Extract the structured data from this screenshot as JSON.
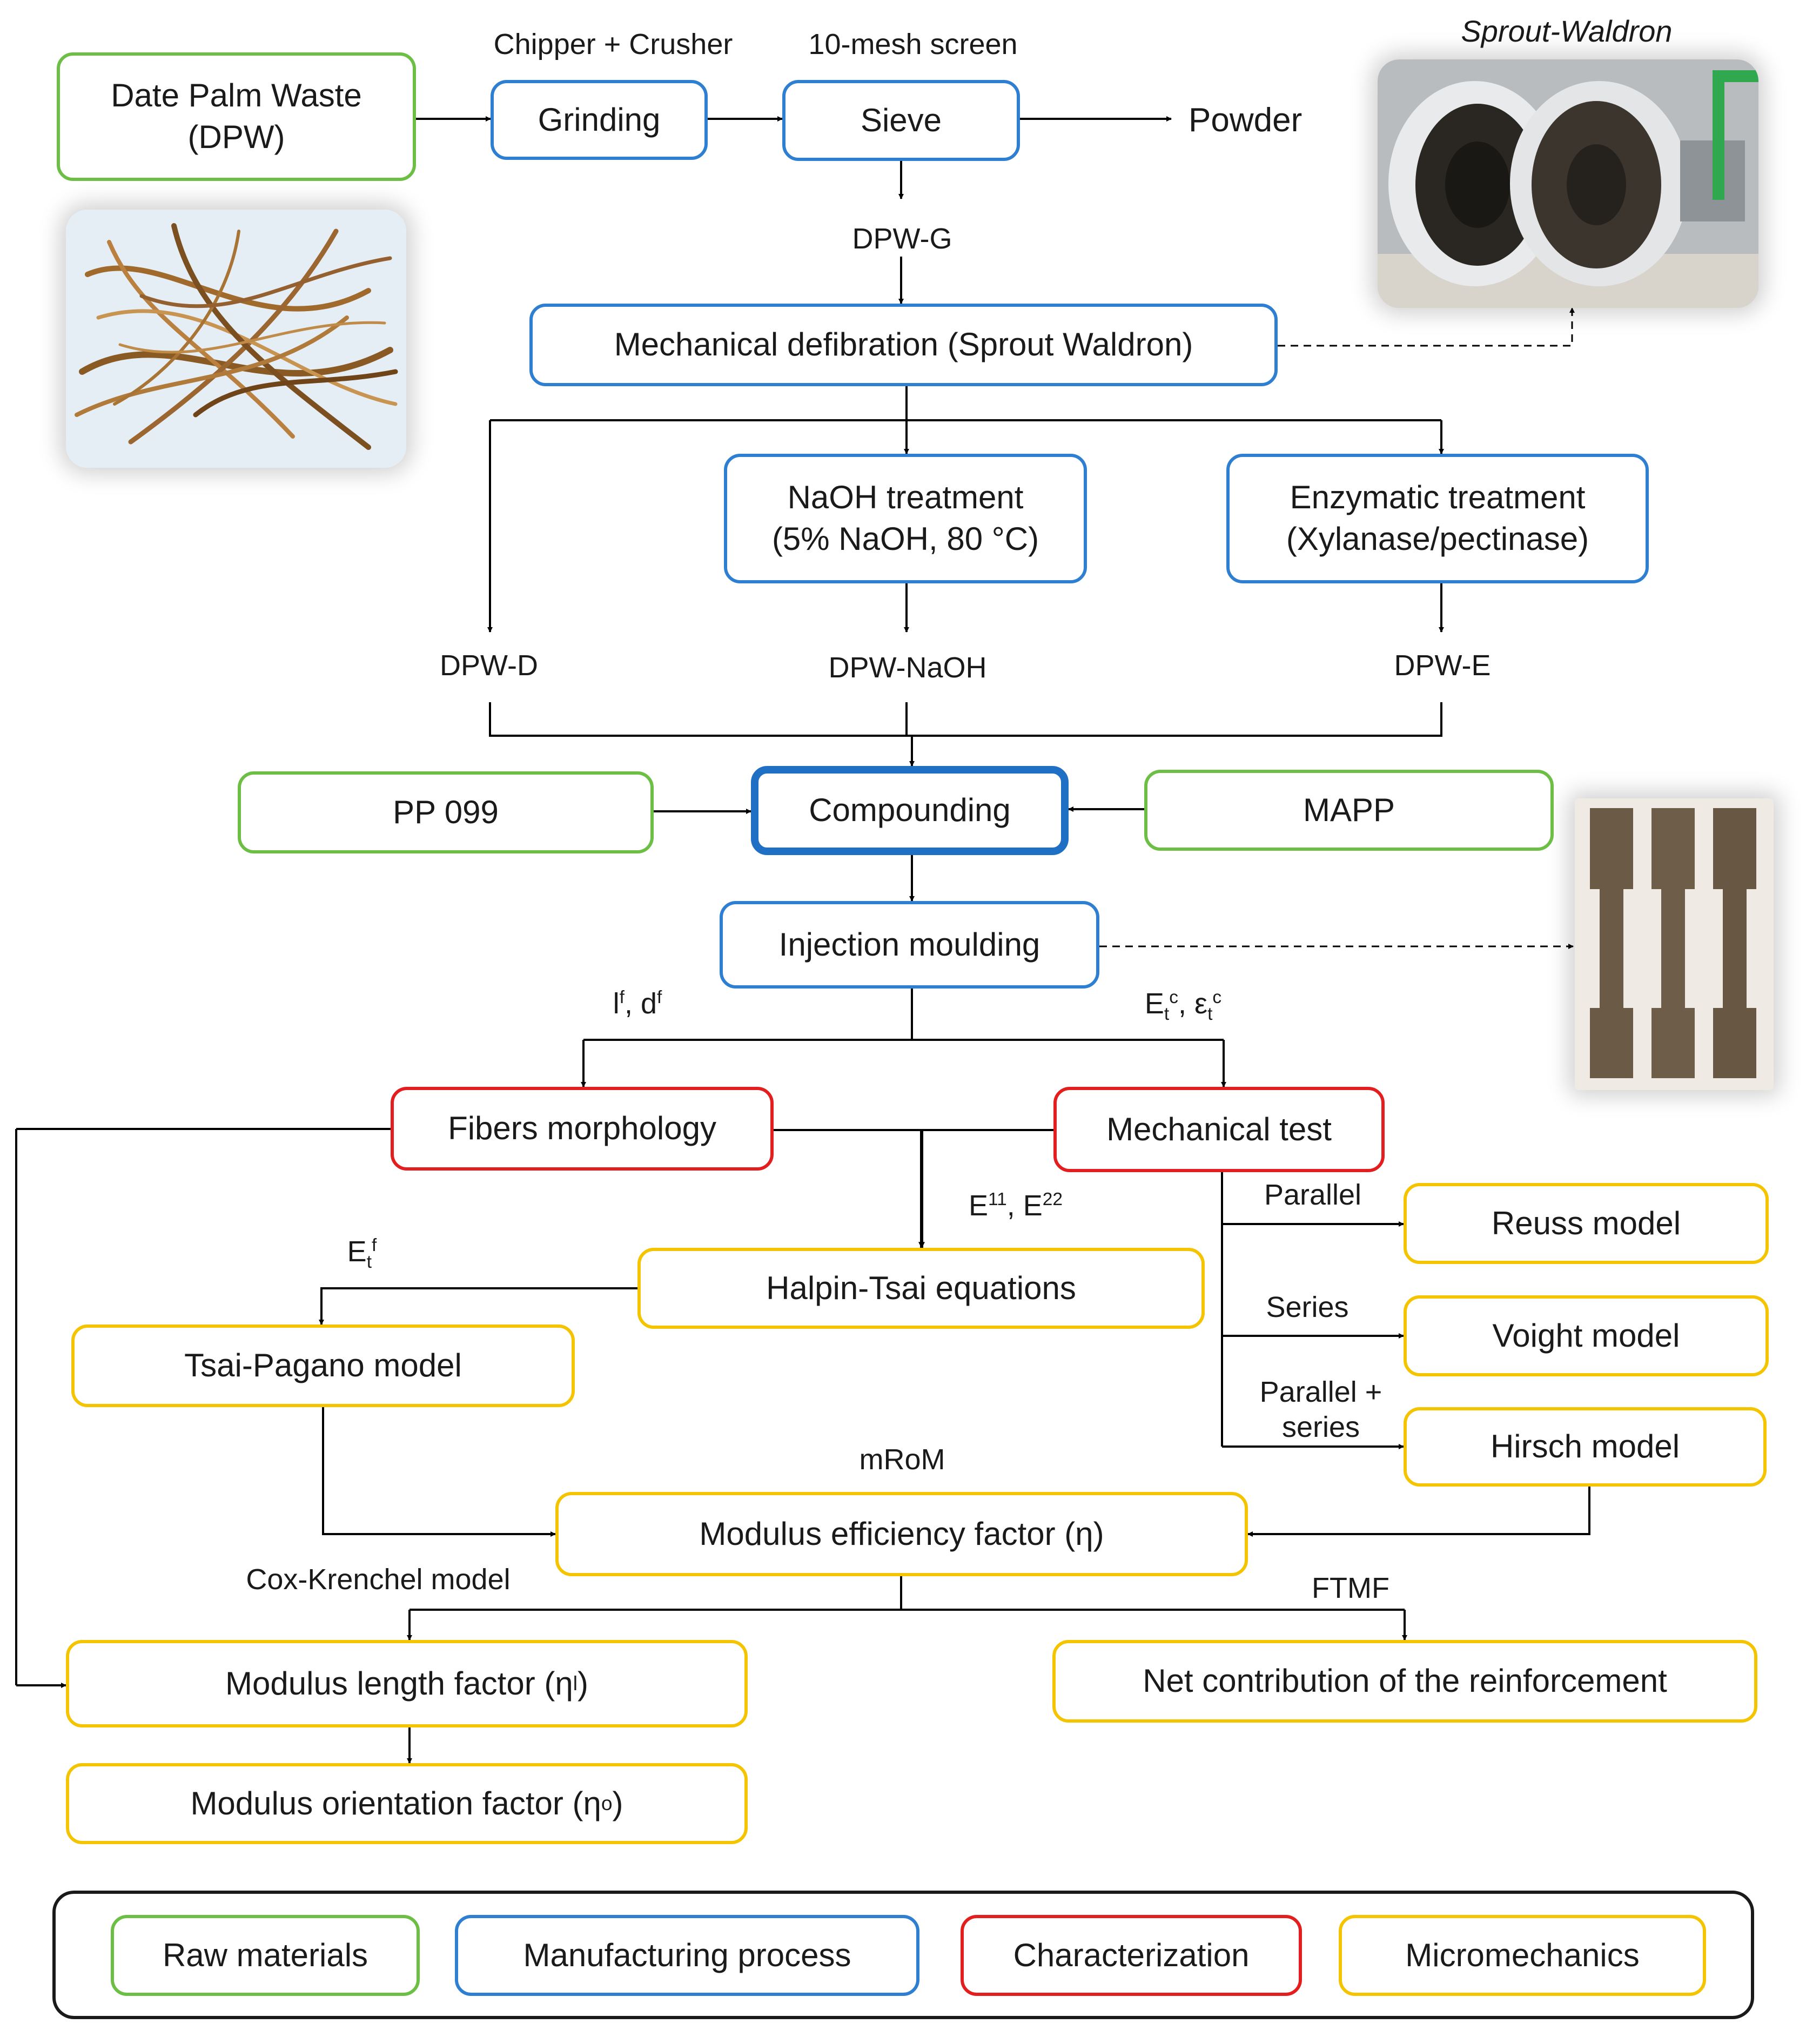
{
  "colors": {
    "raw_materials": "#6cbe45",
    "manufacturing": "#2e7fd1",
    "characterization": "#e21e1e",
    "micromechanics": "#f5c400"
  },
  "boxes": {
    "dpw": "Date Palm Waste\n(DPW)",
    "grinding": "Grinding",
    "sieve": "Sieve",
    "defibration": "Mechanical defibration (Sprout Waldron)",
    "naoh_treatment": "NaOH treatment\n(5% NaOH, 80 °C)",
    "enzymatic_treatment": "Enzymatic treatment\n(Xylanase/pectinase)",
    "pp": "PP 099",
    "compounding": "Compounding",
    "mapp": "MAPP",
    "injection": "Injection moulding",
    "fibers_morphology": "Fibers morphology",
    "mechanical_test": "Mechanical test",
    "halpin_tsai": "Halpin-Tsai equations",
    "tsai_pagano": "Tsai-Pagano model",
    "reuss": "Reuss model",
    "voight": "Voight model",
    "hirsch": "Hirsch model",
    "modulus_efficiency": "Modulus efficiency factor (η)",
    "modulus_length_main": "Modulus length factor (η",
    "modulus_length_sub": "l",
    "modulus_orientation_main": "Modulus orientation factor (η",
    "modulus_orientation_sub": "o",
    "net_contribution": "Net contribution of the reinforcement"
  },
  "labels": {
    "chipper": "Chipper + Crusher",
    "mesh": "10-mesh screen",
    "powder": "Powder",
    "sprout_caption": "Sprout-Waldron",
    "dpw_g": "DPW-G",
    "dpw_d": "DPW-D",
    "dpw_naoh": "DPW-NaOH",
    "dpw_e": "DPW-E",
    "lf_l": "l",
    "lf_sup": "f",
    "df_d": ", d",
    "df_sup": "f",
    "et_e": "E",
    "et_sub": "t",
    "et_sup": "c",
    "eps": ", ε",
    "eps_sub": "t",
    "eps_sup": "c",
    "e11_e": "E",
    "e11_sup": "11",
    "e22_e": ", E",
    "e22_sup": "22",
    "etf_e": "E",
    "etf_sub": "t",
    "etf_sup": "f",
    "parallel": "Parallel",
    "series": "Series",
    "parallel_series": "Parallel +\nseries",
    "mrom": "mRoM",
    "cox": "Cox-Krenchel model",
    "ftmf": "FTMF"
  },
  "legend": [
    {
      "label": "Raw materials",
      "color": "#6cbe45"
    },
    {
      "label": "Manufacturing process",
      "color": "#2e7fd1"
    },
    {
      "label": "Characterization",
      "color": "#e21e1e"
    },
    {
      "label": "Micromechanics",
      "color": "#f5c400"
    }
  ]
}
